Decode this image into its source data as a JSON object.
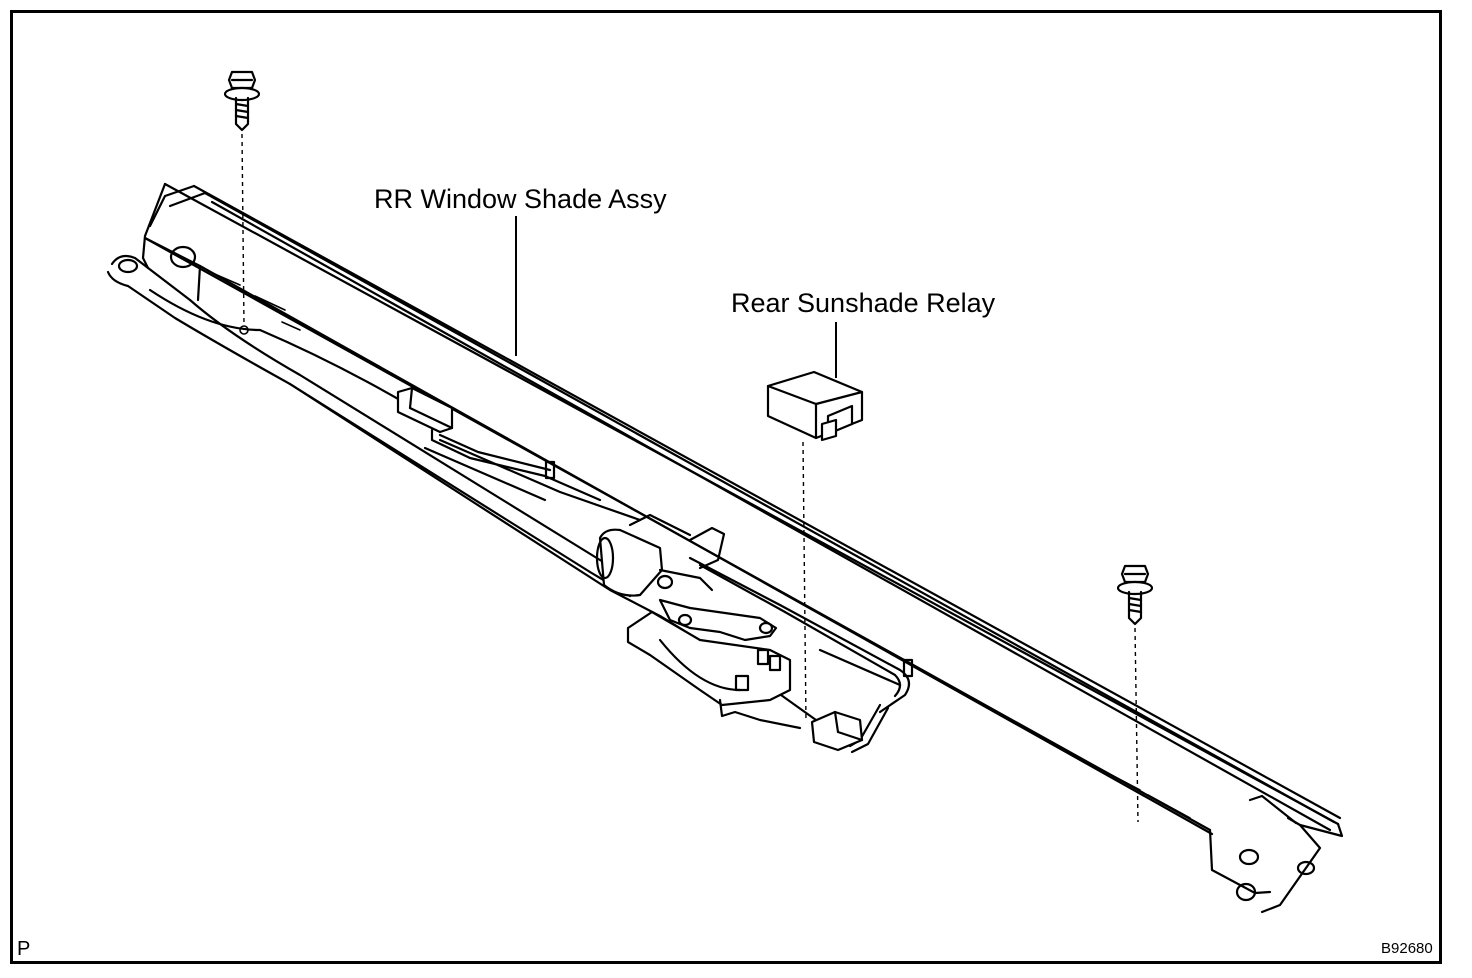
{
  "labels": {
    "shade_assy": "RR Window Shade Assy",
    "relay": "Rear Sunshade Relay",
    "corner_mark": "P",
    "figure_code": "B92680"
  },
  "colors": {
    "line": "#000000",
    "background": "#ffffff"
  }
}
